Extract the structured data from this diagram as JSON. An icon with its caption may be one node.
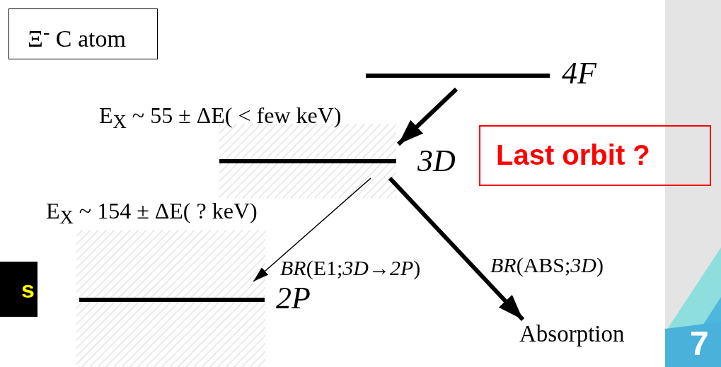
{
  "diagram": {
    "nodes": [
      {
        "text": [
          "Ξ$^{-}$ C atom"
        ]
      },
      {
        "text": [
          "4F"
        ]
      },
      {
        "text": [
          "3D"
        ]
      },
      {
        "text": [
          "2P"
        ]
      },
      {
        "text": [
          "Absorption"
        ]
      },
      {
        "text": [
          "Last orbit ?"
        ]
      }
    ],
    "edges": [
      {
        "from": 1,
        "to": 2,
        "arrow": "to"
      },
      {
        "from": 2,
        "to": 3,
        "arrow": "to",
        "label": "*BR*(E1;*3D*→*2P*)"
      },
      {
        "from": 2,
        "to": 4,
        "arrow": "to",
        "label": "*BR*(ABS;*3D*)"
      }
    ],
    "labels": [
      "E$_{X}$ ~ 55 ± ΔE( < few keV)",
      "E$_{X}$ ~ 154 ± ΔE( ? keV)",
      "s",
      "7"
    ]
  }
}
